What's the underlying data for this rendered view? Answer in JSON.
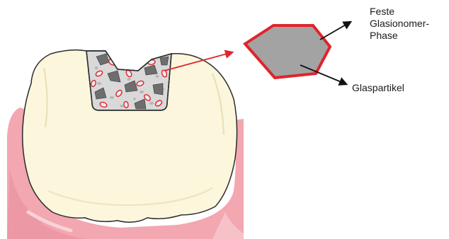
{
  "labels": {
    "phase_lines": [
      "Feste",
      "Glasionomer-",
      "Phase"
    ],
    "particle": "Glaspartikel"
  },
  "colors": {
    "gum": "#f2a7b1",
    "gum_shadow": "#e58896",
    "tooth": "#fbf6dc",
    "tooth_outline": "#2b2b2b",
    "filling_matrix": "#d9d9d9",
    "particle_dark": "#6e6e6e",
    "particle_light": "#b5b5b5",
    "glass_outline": "#e0242b",
    "hexagon_fill": "#a3a3a3",
    "pointer_red": "#e0242b",
    "pointer_black": "#111111"
  },
  "icons": {
    "tooth": "molar-tooth-illustration",
    "filling": "glass-ionomer-filling",
    "detail": "hexagon-magnified-particle"
  }
}
